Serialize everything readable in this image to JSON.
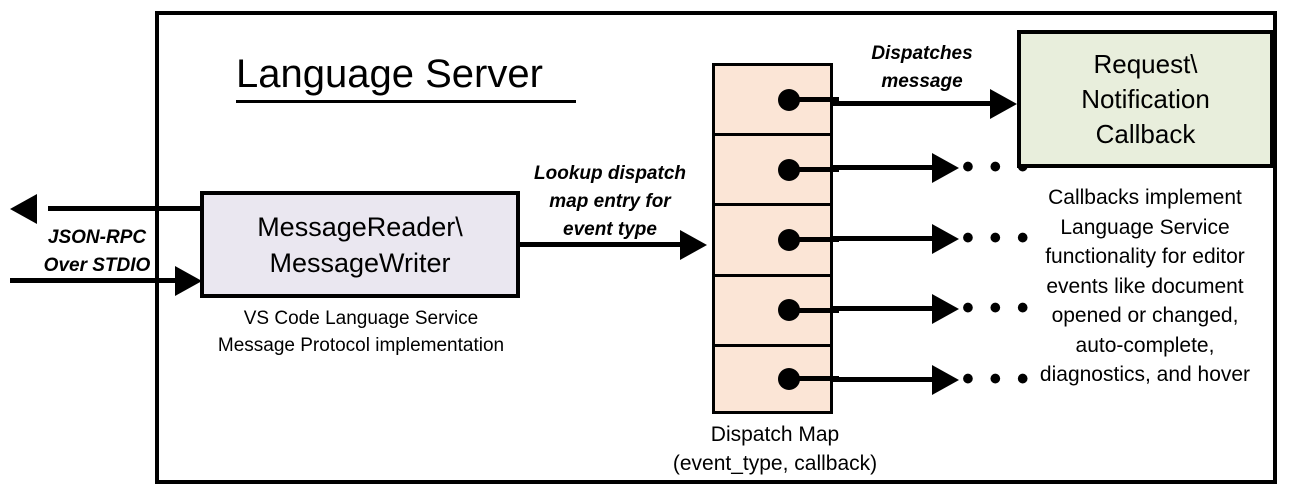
{
  "diagram": {
    "title": "Language Server",
    "frame_label": "Language Server"
  },
  "message_box": {
    "line1": "MessageReader\\",
    "line2": "MessageWriter",
    "caption_line1": "VS Code Language Service",
    "caption_line2": "Message Protocol implementation",
    "fill_color": "#EAE7F0"
  },
  "io": {
    "protocol_line1": "JSON-RPC",
    "protocol_line2": "Over STDIO",
    "outbound_arrow": "arrow-left",
    "inbound_arrow": "arrow-right"
  },
  "lookup": {
    "line1": "Lookup dispatch",
    "line2": "map entry for",
    "line3": "event type"
  },
  "dispatch_map": {
    "caption_line1": "Dispatch Map",
    "caption_line2": "(event_type, callback)",
    "fill_color": "#FBE5D6",
    "rows": [
      {
        "id": "row-1",
        "target": "callback-box",
        "trailing": ""
      },
      {
        "id": "row-2",
        "target": "ellipsis",
        "trailing": "• • •"
      },
      {
        "id": "row-3",
        "target": "ellipsis",
        "trailing": "• • •"
      },
      {
        "id": "row-4",
        "target": "ellipsis",
        "trailing": "• • •"
      },
      {
        "id": "row-5",
        "target": "ellipsis",
        "trailing": "• • •"
      }
    ]
  },
  "dispatches": {
    "line1": "Dispatches",
    "line2": "message"
  },
  "callback": {
    "line1": "Request\\",
    "line2": "Notification",
    "line3": "Callback",
    "fill_color": "#E8EEDC",
    "caption_line1": "Callbacks implement",
    "caption_line2": "Language Service",
    "caption_line3": "functionality for editor",
    "caption_line4": "events like document",
    "caption_line5": "opened or changed,",
    "caption_line6": "auto-complete,",
    "caption_line7": "diagnostics, and hover"
  }
}
